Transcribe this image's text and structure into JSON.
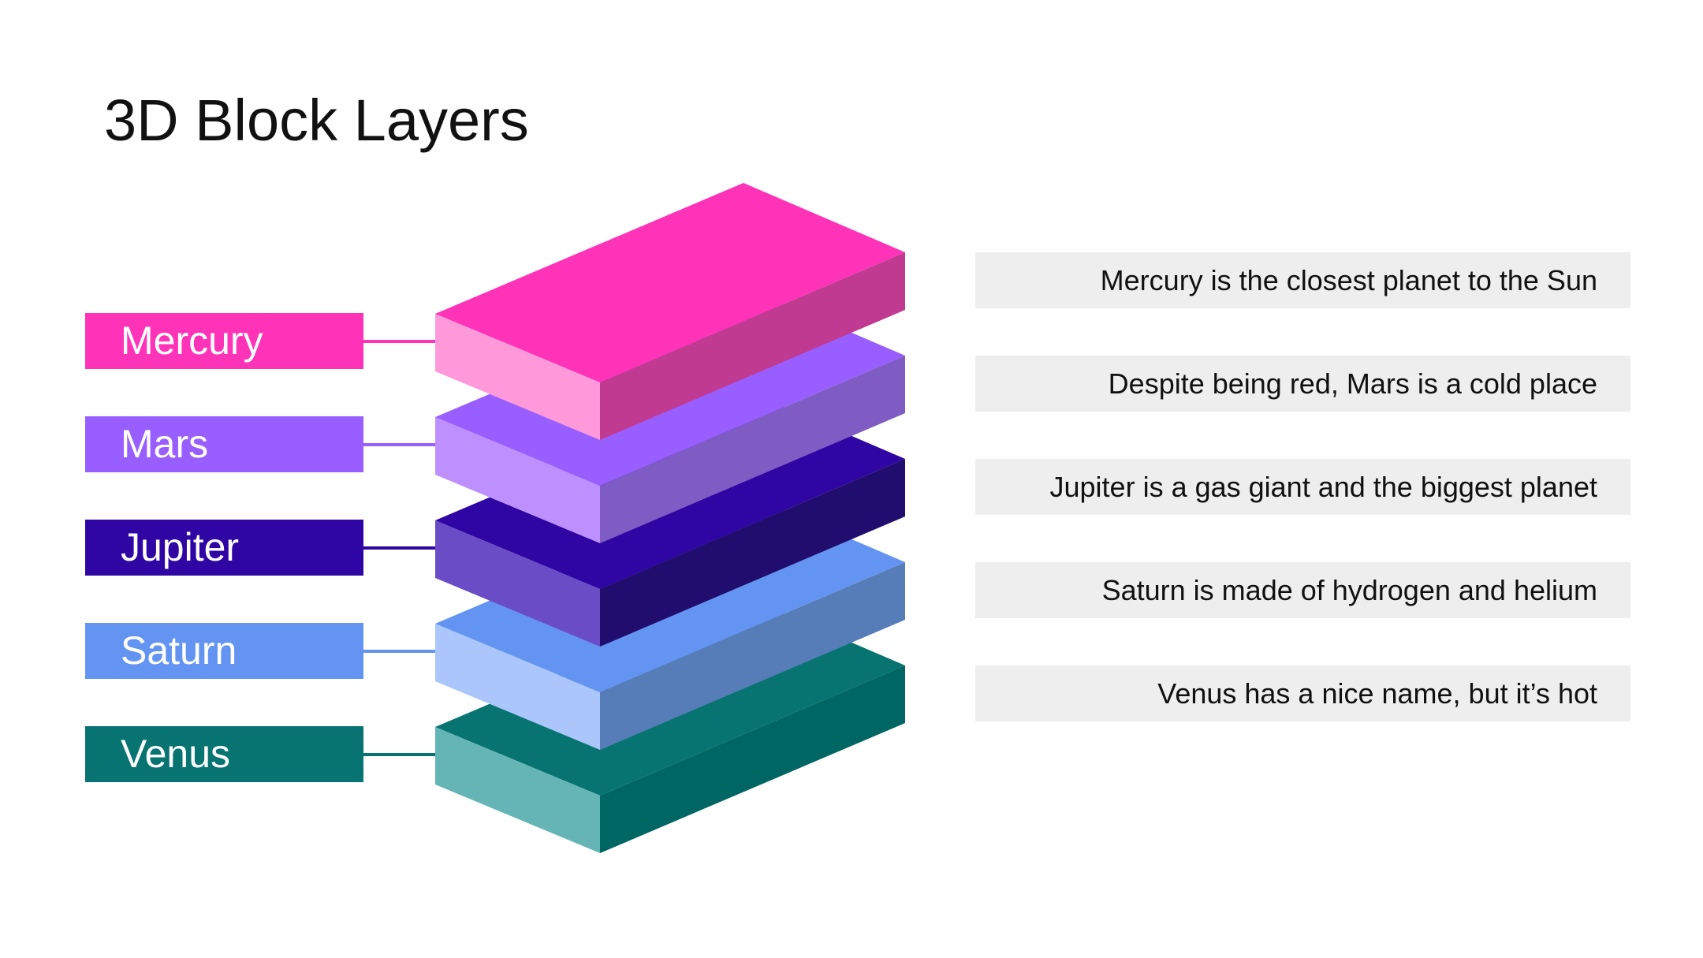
{
  "title": "3D Block Layers",
  "layers": [
    {
      "name": "Mercury",
      "description": "Mercury is the closest planet to the Sun",
      "color": "#FF33B8",
      "top_color": "#FF33B8",
      "left_color": "#FF99DA",
      "right_color": "#C03A92"
    },
    {
      "name": "Mars",
      "description": "Despite being red, Mars is a cold place",
      "color": "#985EFF",
      "top_color": "#985EFF",
      "left_color": "#BE90FF",
      "right_color": "#7F5CC4"
    },
    {
      "name": "Jupiter",
      "description": "Jupiter is a gas giant and the biggest planet",
      "color": "#2F05A3",
      "top_color": "#2F05A3",
      "left_color": "#6A4CC6",
      "right_color": "#210D6D"
    },
    {
      "name": "Saturn",
      "description": "Saturn is made of hydrogen and helium",
      "color": "#6494F2",
      "top_color": "#6494F2",
      "left_color": "#AAC6FA",
      "right_color": "#577DB9"
    },
    {
      "name": "Venus",
      "description": "Venus has a nice name, but it’s hot",
      "color": "#077472",
      "top_color": "#077472",
      "left_color": "#66B5B6",
      "right_color": "#006663"
    }
  ]
}
